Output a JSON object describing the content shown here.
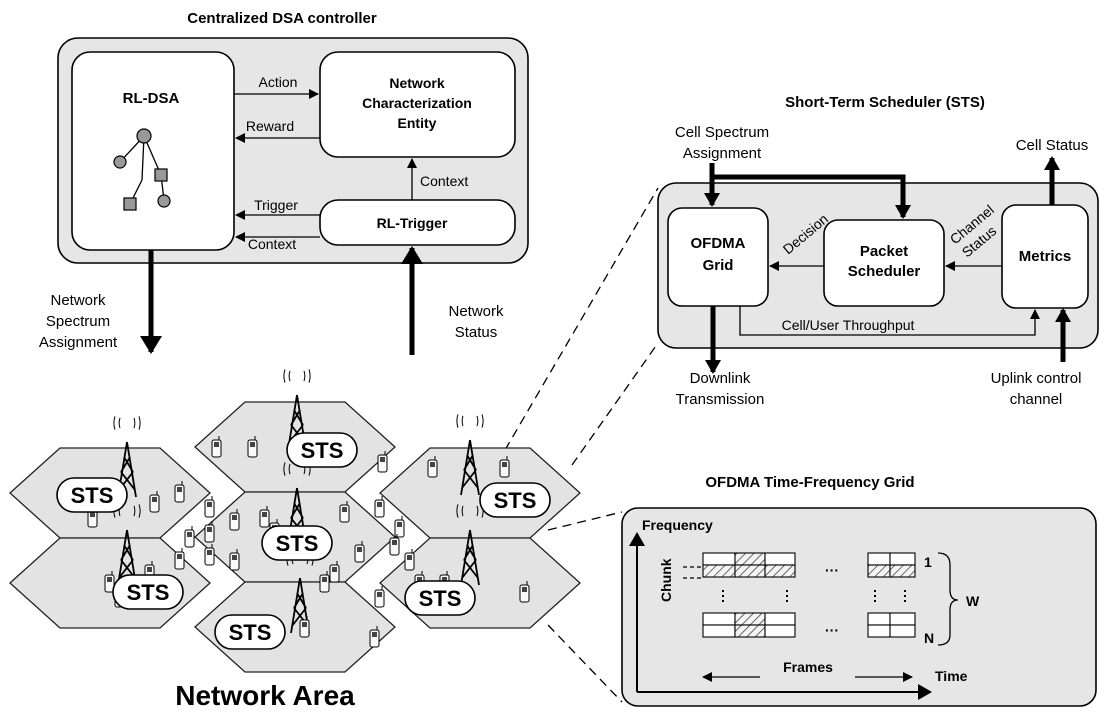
{
  "controller": {
    "title": "Centralized DSA controller",
    "rl_dsa": "RL-DSA",
    "nce_line1": "Network",
    "nce_line2": "Characterization",
    "nce_line3": "Entity",
    "rl_trigger": "RL-Trigger",
    "action": "Action",
    "reward": "Reward",
    "trigger": "Trigger",
    "context_left": "Context",
    "context_up": "Context"
  },
  "flows": {
    "assign_line1": "Network",
    "assign_line2": "Spectrum",
    "assign_line3": "Assignment",
    "status_line1": "Network",
    "status_line2": "Status"
  },
  "sts": {
    "title": "Short-Term Scheduler (STS)",
    "cell_assign_line1": "Cell Spectrum",
    "cell_assign_line2": "Assignment",
    "cell_status": "Cell Status",
    "ofdma_line1": "OFDMA",
    "ofdma_line2": "Grid",
    "packet_line1": "Packet",
    "packet_line2": "Scheduler",
    "metrics": "Metrics",
    "decision": "Decision",
    "channel_line1": "Channel",
    "channel_line2": "Status",
    "throughput": "Cell/User Throughput",
    "downlink_line1": "Downlink",
    "downlink_line2": "Transmission",
    "uplink_line1": "Uplink control",
    "uplink_line2": "channel"
  },
  "grid": {
    "title": "OFDMA Time-Frequency Grid",
    "frequency": "Frequency",
    "chunk": "Chunk",
    "frames": "Frames",
    "time": "Time",
    "label_1": "1",
    "label_n": "N",
    "label_w": "W",
    "dots": "···"
  },
  "network": {
    "title": "Network Area",
    "sts_label": "STS"
  }
}
